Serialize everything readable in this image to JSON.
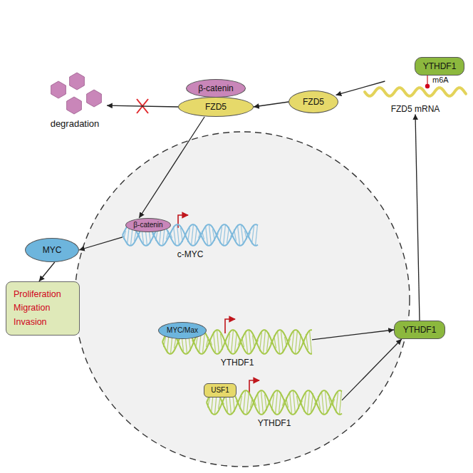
{
  "diagram": {
    "nodes": [
      {
        "text": [
          "degradation"
        ]
      },
      {
        "text": [
          "β-catenin"
        ]
      },
      {
        "text": [
          "FZD5"
        ]
      },
      {
        "text": [
          "FZD5"
        ]
      },
      {
        "text": [
          "YTHDF1"
        ]
      },
      {
        "text": [
          "FZD5 mRNA"
        ]
      },
      {
        "text": [
          "β-catenin"
        ]
      },
      {
        "text": [
          "c-MYC"
        ]
      },
      {
        "text": [
          "MYC"
        ]
      },
      {
        "text": [
          "Proliferation Migration Invasion"
        ]
      },
      {
        "text": [
          "MYC/Max"
        ]
      },
      {
        "text": [
          "YTHDF1"
        ]
      },
      {
        "text": [
          "USF1"
        ]
      },
      {
        "text": [
          "YTHDF1"
        ]
      },
      {
        "text": [
          "YTHDF1"
        ]
      }
    ],
    "edges": [
      {
        "from": 2,
        "to": 0,
        "arrow": "to"
      },
      {
        "from": 3,
        "to": 2,
        "arrow": "to"
      },
      {
        "from": 5,
        "to": 3,
        "arrow": "to"
      },
      {
        "from": 14,
        "to": 5,
        "arrow": "to"
      },
      {
        "from": 2,
        "to": 6,
        "arrow": "to"
      },
      {
        "from": 7,
        "to": 8,
        "arrow": "to"
      },
      {
        "from": 8,
        "to": 9,
        "arrow": "to"
      },
      {
        "from": 11,
        "to": 14,
        "arrow": "to"
      },
      {
        "from": 13,
        "to": 14,
        "arrow": "to"
      }
    ],
    "labels": [
      "m6A"
    ]
  }
}
